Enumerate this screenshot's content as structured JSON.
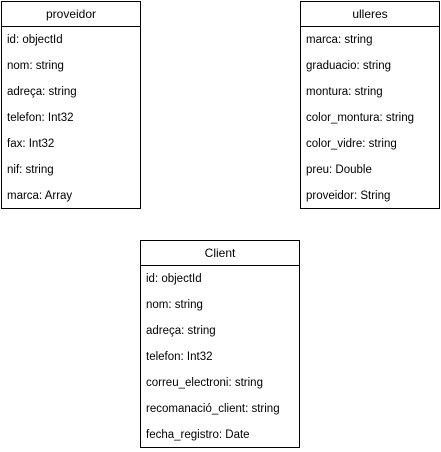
{
  "entities": {
    "proveidor": {
      "title": "proveidor",
      "fields": [
        "id: objectId",
        "nom: string",
        "adreça: string",
        "telefon: Int32",
        "fax: Int32",
        "nif: string",
        "marca: Array"
      ]
    },
    "ulleres": {
      "title": "ulleres",
      "fields": [
        "marca: string",
        "graduacio: string",
        "montura: string",
        "color_montura: string",
        "color_vidre: string",
        "preu: Double",
        "proveidor: String"
      ]
    },
    "client": {
      "title": "Client",
      "fields": [
        "id: objectId",
        "nom: string",
        "adreça: string",
        "telefon: Int32",
        "correu_electroni: string",
        "recomanació_client: string",
        "fecha_registro: Date"
      ]
    }
  }
}
